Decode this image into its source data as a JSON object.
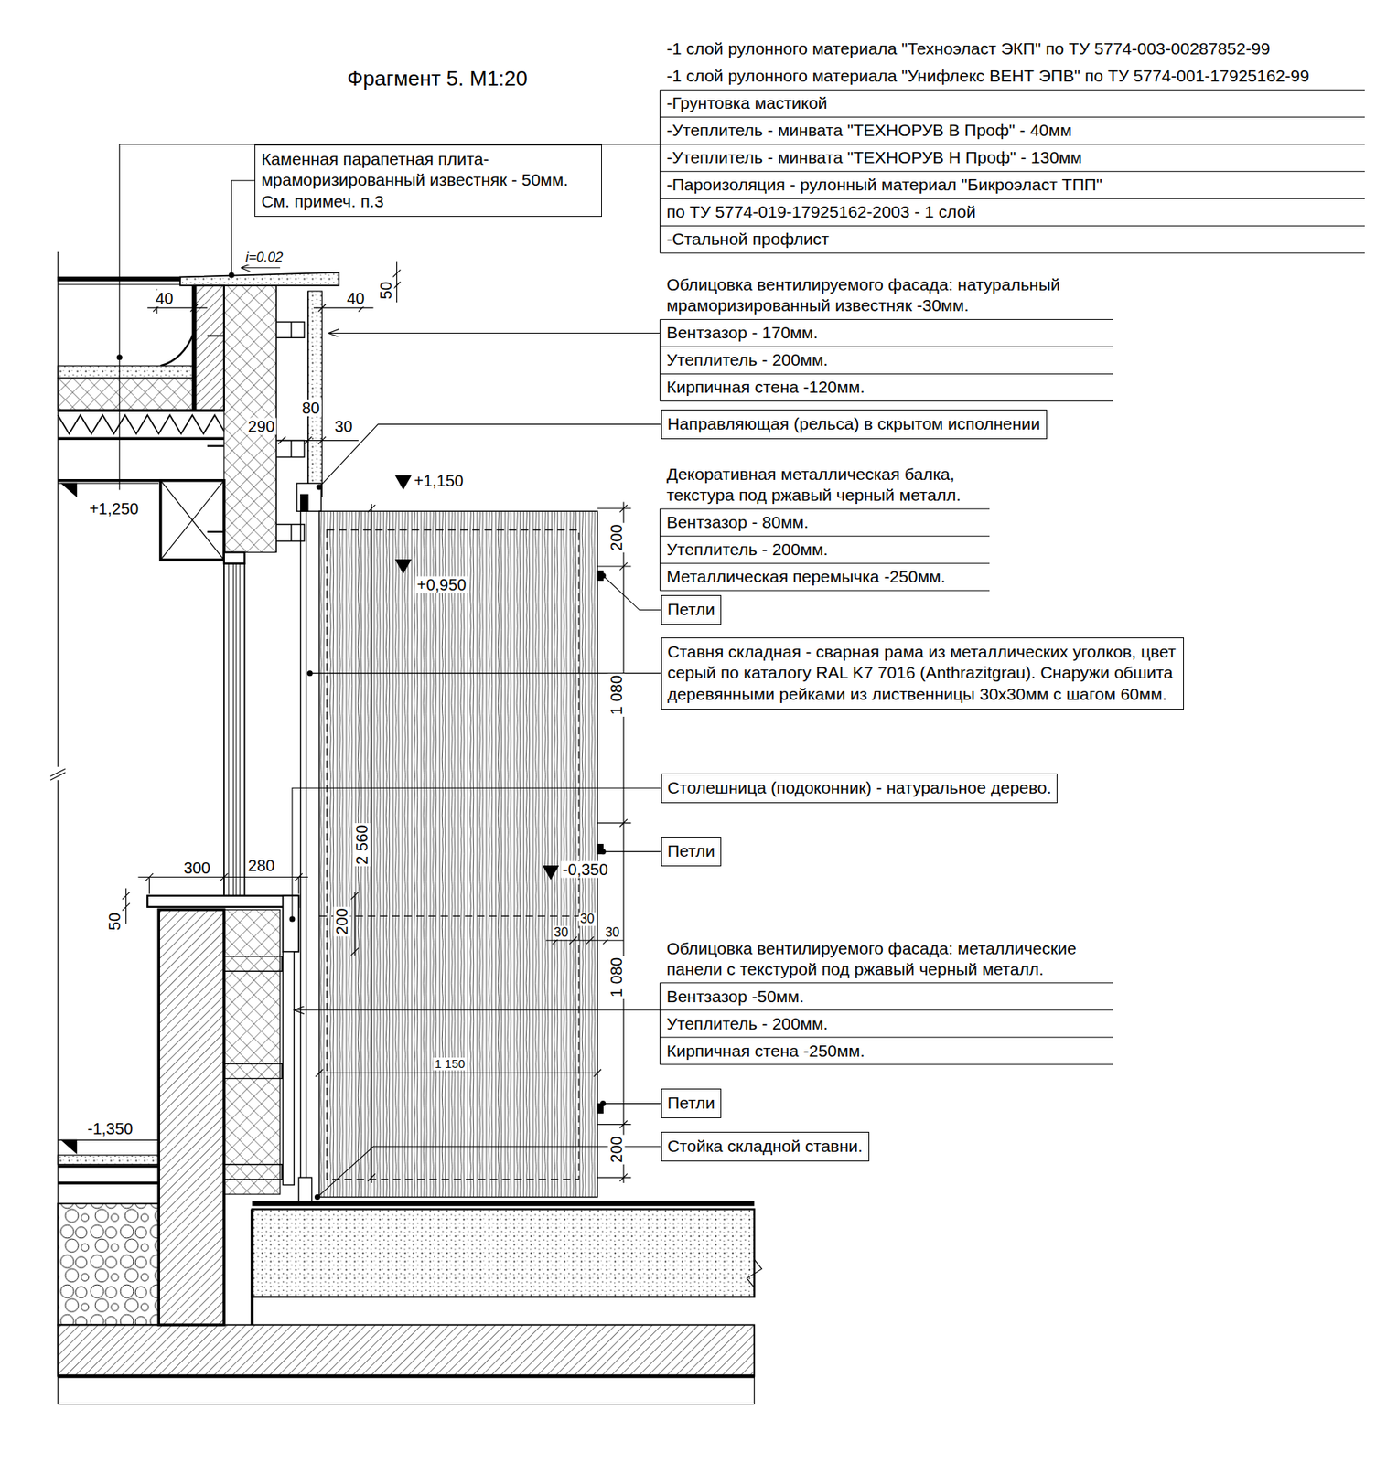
{
  "diagram": {
    "title": "Фрагмент 5. М1:20",
    "nodes": [
      {
        "text": [
          "Каменная парапетная плита- мраморизированный известняк - 50мм. См. примеч. п.3"
        ]
      },
      {
        "text": [
          "Направляющая (рельса) в скрытом исполнении"
        ]
      },
      {
        "text": [
          "Петли"
        ]
      },
      {
        "text": [
          "Ставня складная - сварная рама из металлических уголков, цвет серый по каталогу RAL K7 7016 (Anthrazitgrau). Снаружи обшита деревянными рейками из лиственницы 30х30мм с шагом 60мм."
        ]
      },
      {
        "text": [
          "Столешница (подоконник) - натуральное дерево."
        ]
      },
      {
        "text": [
          "Петли"
        ]
      },
      {
        "text": [
          "Петли"
        ]
      },
      {
        "text": [
          "Стойка складной ставни."
        ]
      }
    ],
    "labels": [
      "-1 слой рулонного материала \"Техноэласт ЭКП\" по ТУ 5774-003-00287852-99",
      "-1 слой рулонного материала \"Унифлекс ВЕНТ ЭПВ\" по ТУ 5774-001-17925162-99",
      "-Грунтовка мастикой",
      "-Утеплитель - минвата \"ТЕХНОРУВ В Проф\" - 40мм",
      "-Утеплитель - минвата \"ТЕХНОРУВ Н Проф\" - 130мм",
      "-Пароизоляция - рулонный материал \"Бикроэласт ТПП\"",
      "по ТУ 5774-019-17925162-2003 - 1 слой",
      "-Стальной профлист",
      "Облицовка вентилируемого фасада: натуральный мраморизированный известняк -30мм.",
      "Вентзазор - 170мм.",
      "Утеплитель - 200мм.",
      "Кирпичная стена -120мм.",
      "Декоративная металлическая балка, текстура под ржавый черный металл.",
      "Вентзазор - 80мм.",
      "Утеплитель - 200мм.",
      "Металлическая перемычка -250мм.",
      "Облицовка вентилируемого фасада: металлические панели с текстурой под ржавый черный металл.",
      "Вентзазор -50мм.",
      "Утеплитель - 200мм.",
      "Кирпичная стена -250мм.",
      "i=0.02",
      "40",
      "40",
      "50",
      "80",
      "290",
      "30",
      "+1,250",
      "+1,150",
      "+0,950",
      "200",
      "1 080",
      "2 560",
      "-0,350",
      "300",
      "280",
      "50",
      "200",
      "30",
      "30",
      "30",
      "1 080",
      "1 150",
      "200",
      "-1,350"
    ]
  }
}
